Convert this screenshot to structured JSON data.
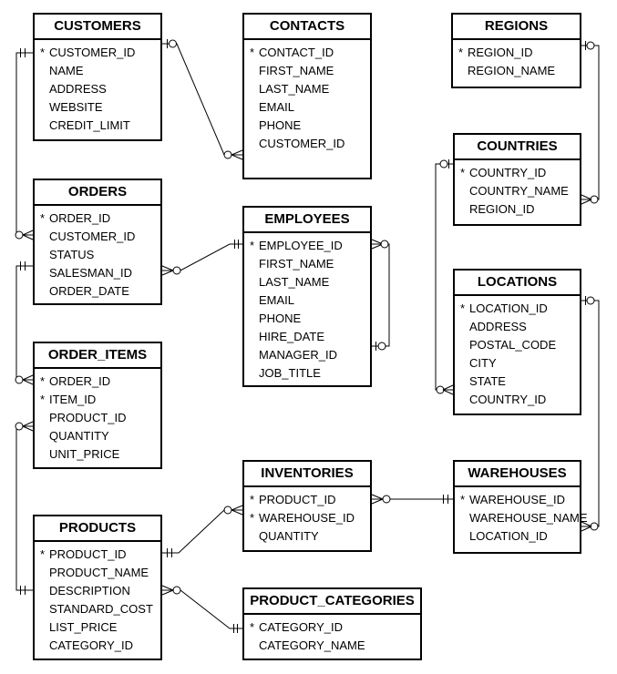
{
  "diagram": {
    "title": "OT sample schema entity relationship diagram",
    "notation": "crow's foot",
    "line_color": "#000000",
    "background_color": "#ffffff",
    "entities": [
      {
        "id": "customers",
        "name": "CUSTOMERS",
        "fields": [
          {
            "name": "CUSTOMER_ID",
            "pk": true
          },
          {
            "name": "NAME",
            "pk": false
          },
          {
            "name": "ADDRESS",
            "pk": false
          },
          {
            "name": "WEBSITE",
            "pk": false
          },
          {
            "name": "CREDIT_LIMIT",
            "pk": false
          }
        ]
      },
      {
        "id": "contacts",
        "name": "CONTACTS",
        "fields": [
          {
            "name": "CONTACT_ID",
            "pk": true
          },
          {
            "name": "FIRST_NAME",
            "pk": false
          },
          {
            "name": "LAST_NAME",
            "pk": false
          },
          {
            "name": "EMAIL",
            "pk": false
          },
          {
            "name": "PHONE",
            "pk": false
          },
          {
            "name": "CUSTOMER_ID",
            "pk": false
          }
        ]
      },
      {
        "id": "regions",
        "name": "REGIONS",
        "fields": [
          {
            "name": "REGION_ID",
            "pk": true
          },
          {
            "name": "REGION_NAME",
            "pk": false
          }
        ]
      },
      {
        "id": "orders",
        "name": "ORDERS",
        "fields": [
          {
            "name": "ORDER_ID",
            "pk": true
          },
          {
            "name": "CUSTOMER_ID",
            "pk": false
          },
          {
            "name": "STATUS",
            "pk": false
          },
          {
            "name": "SALESMAN_ID",
            "pk": false
          },
          {
            "name": "ORDER_DATE",
            "pk": false
          }
        ]
      },
      {
        "id": "employees",
        "name": "EMPLOYEES",
        "fields": [
          {
            "name": "EMPLOYEE_ID",
            "pk": true
          },
          {
            "name": "FIRST_NAME",
            "pk": false
          },
          {
            "name": "LAST_NAME",
            "pk": false
          },
          {
            "name": "EMAIL",
            "pk": false
          },
          {
            "name": "PHONE",
            "pk": false
          },
          {
            "name": "HIRE_DATE",
            "pk": false
          },
          {
            "name": "MANAGER_ID",
            "pk": false
          },
          {
            "name": "JOB_TITLE",
            "pk": false
          }
        ]
      },
      {
        "id": "countries",
        "name": "COUNTRIES",
        "fields": [
          {
            "name": "COUNTRY_ID",
            "pk": true
          },
          {
            "name": "COUNTRY_NAME",
            "pk": false
          },
          {
            "name": "REGION_ID",
            "pk": false
          }
        ]
      },
      {
        "id": "order_items",
        "name": "ORDER_ITEMS",
        "fields": [
          {
            "name": "ORDER_ID",
            "pk": true
          },
          {
            "name": "ITEM_ID",
            "pk": true
          },
          {
            "name": "PRODUCT_ID",
            "pk": false
          },
          {
            "name": "QUANTITY",
            "pk": false
          },
          {
            "name": "UNIT_PRICE",
            "pk": false
          }
        ]
      },
      {
        "id": "locations",
        "name": "LOCATIONS",
        "fields": [
          {
            "name": "LOCATION_ID",
            "pk": true
          },
          {
            "name": "ADDRESS",
            "pk": false
          },
          {
            "name": "POSTAL_CODE",
            "pk": false
          },
          {
            "name": "CITY",
            "pk": false
          },
          {
            "name": "STATE",
            "pk": false
          },
          {
            "name": "COUNTRY_ID",
            "pk": false
          }
        ]
      },
      {
        "id": "products",
        "name": "PRODUCTS",
        "fields": [
          {
            "name": "PRODUCT_ID",
            "pk": true
          },
          {
            "name": "PRODUCT_NAME",
            "pk": false
          },
          {
            "name": "DESCRIPTION",
            "pk": false
          },
          {
            "name": "STANDARD_COST",
            "pk": false
          },
          {
            "name": "LIST_PRICE",
            "pk": false
          },
          {
            "name": "CATEGORY_ID",
            "pk": false
          }
        ]
      },
      {
        "id": "inventories",
        "name": "INVENTORIES",
        "fields": [
          {
            "name": "PRODUCT_ID",
            "pk": true
          },
          {
            "name": "WAREHOUSE_ID",
            "pk": true
          },
          {
            "name": "QUANTITY",
            "pk": false
          }
        ]
      },
      {
        "id": "warehouses",
        "name": "WAREHOUSES",
        "fields": [
          {
            "name": "WAREHOUSE_ID",
            "pk": true
          },
          {
            "name": "WAREHOUSE_NAME",
            "pk": false
          },
          {
            "name": "LOCATION_ID",
            "pk": false
          }
        ]
      },
      {
        "id": "product_categories",
        "name": "PRODUCT_CATEGORIES",
        "fields": [
          {
            "name": "CATEGORY_ID",
            "pk": true
          },
          {
            "name": "CATEGORY_NAME",
            "pk": false
          }
        ]
      }
    ],
    "relationships": [
      {
        "one_side": "CUSTOMERS",
        "many_side": "CONTACTS",
        "one_end": "|o",
        "many_end": "o<"
      },
      {
        "one_side": "CUSTOMERS",
        "many_side": "ORDERS",
        "one_end": "||",
        "many_end": "o<"
      },
      {
        "one_side": "ORDERS",
        "many_side": "ORDER_ITEMS",
        "one_end": "||",
        "many_end": "o<"
      },
      {
        "one_side": "EMPLOYEES",
        "many_side": "ORDERS",
        "one_end": "||",
        "many_end": "o<"
      },
      {
        "one_side": "EMPLOYEES (manager)",
        "many_side": "EMPLOYEES",
        "one_end": "|o",
        "many_end": "o<"
      },
      {
        "one_side": "REGIONS",
        "many_side": "COUNTRIES",
        "one_end": "|o",
        "many_end": "o<"
      },
      {
        "one_side": "COUNTRIES",
        "many_side": "LOCATIONS",
        "one_end": "|o",
        "many_end": "o<"
      },
      {
        "one_side": "LOCATIONS",
        "many_side": "WAREHOUSES",
        "one_end": "|o",
        "many_end": "o<"
      },
      {
        "one_side": "WAREHOUSES",
        "many_side": "INVENTORIES",
        "one_end": "||",
        "many_end": "o<"
      },
      {
        "one_side": "PRODUCTS",
        "many_side": "INVENTORIES",
        "one_end": "||",
        "many_end": "o<"
      },
      {
        "one_side": "ORDER_ITEMS (many)",
        "many_side": "PRODUCTS (one)",
        "one_end": "||",
        "many_end": "o<"
      },
      {
        "one_side": "PRODUCT_CATEGORIES",
        "many_side": "PRODUCTS",
        "one_end": "||",
        "many_end": "o<"
      }
    ]
  }
}
